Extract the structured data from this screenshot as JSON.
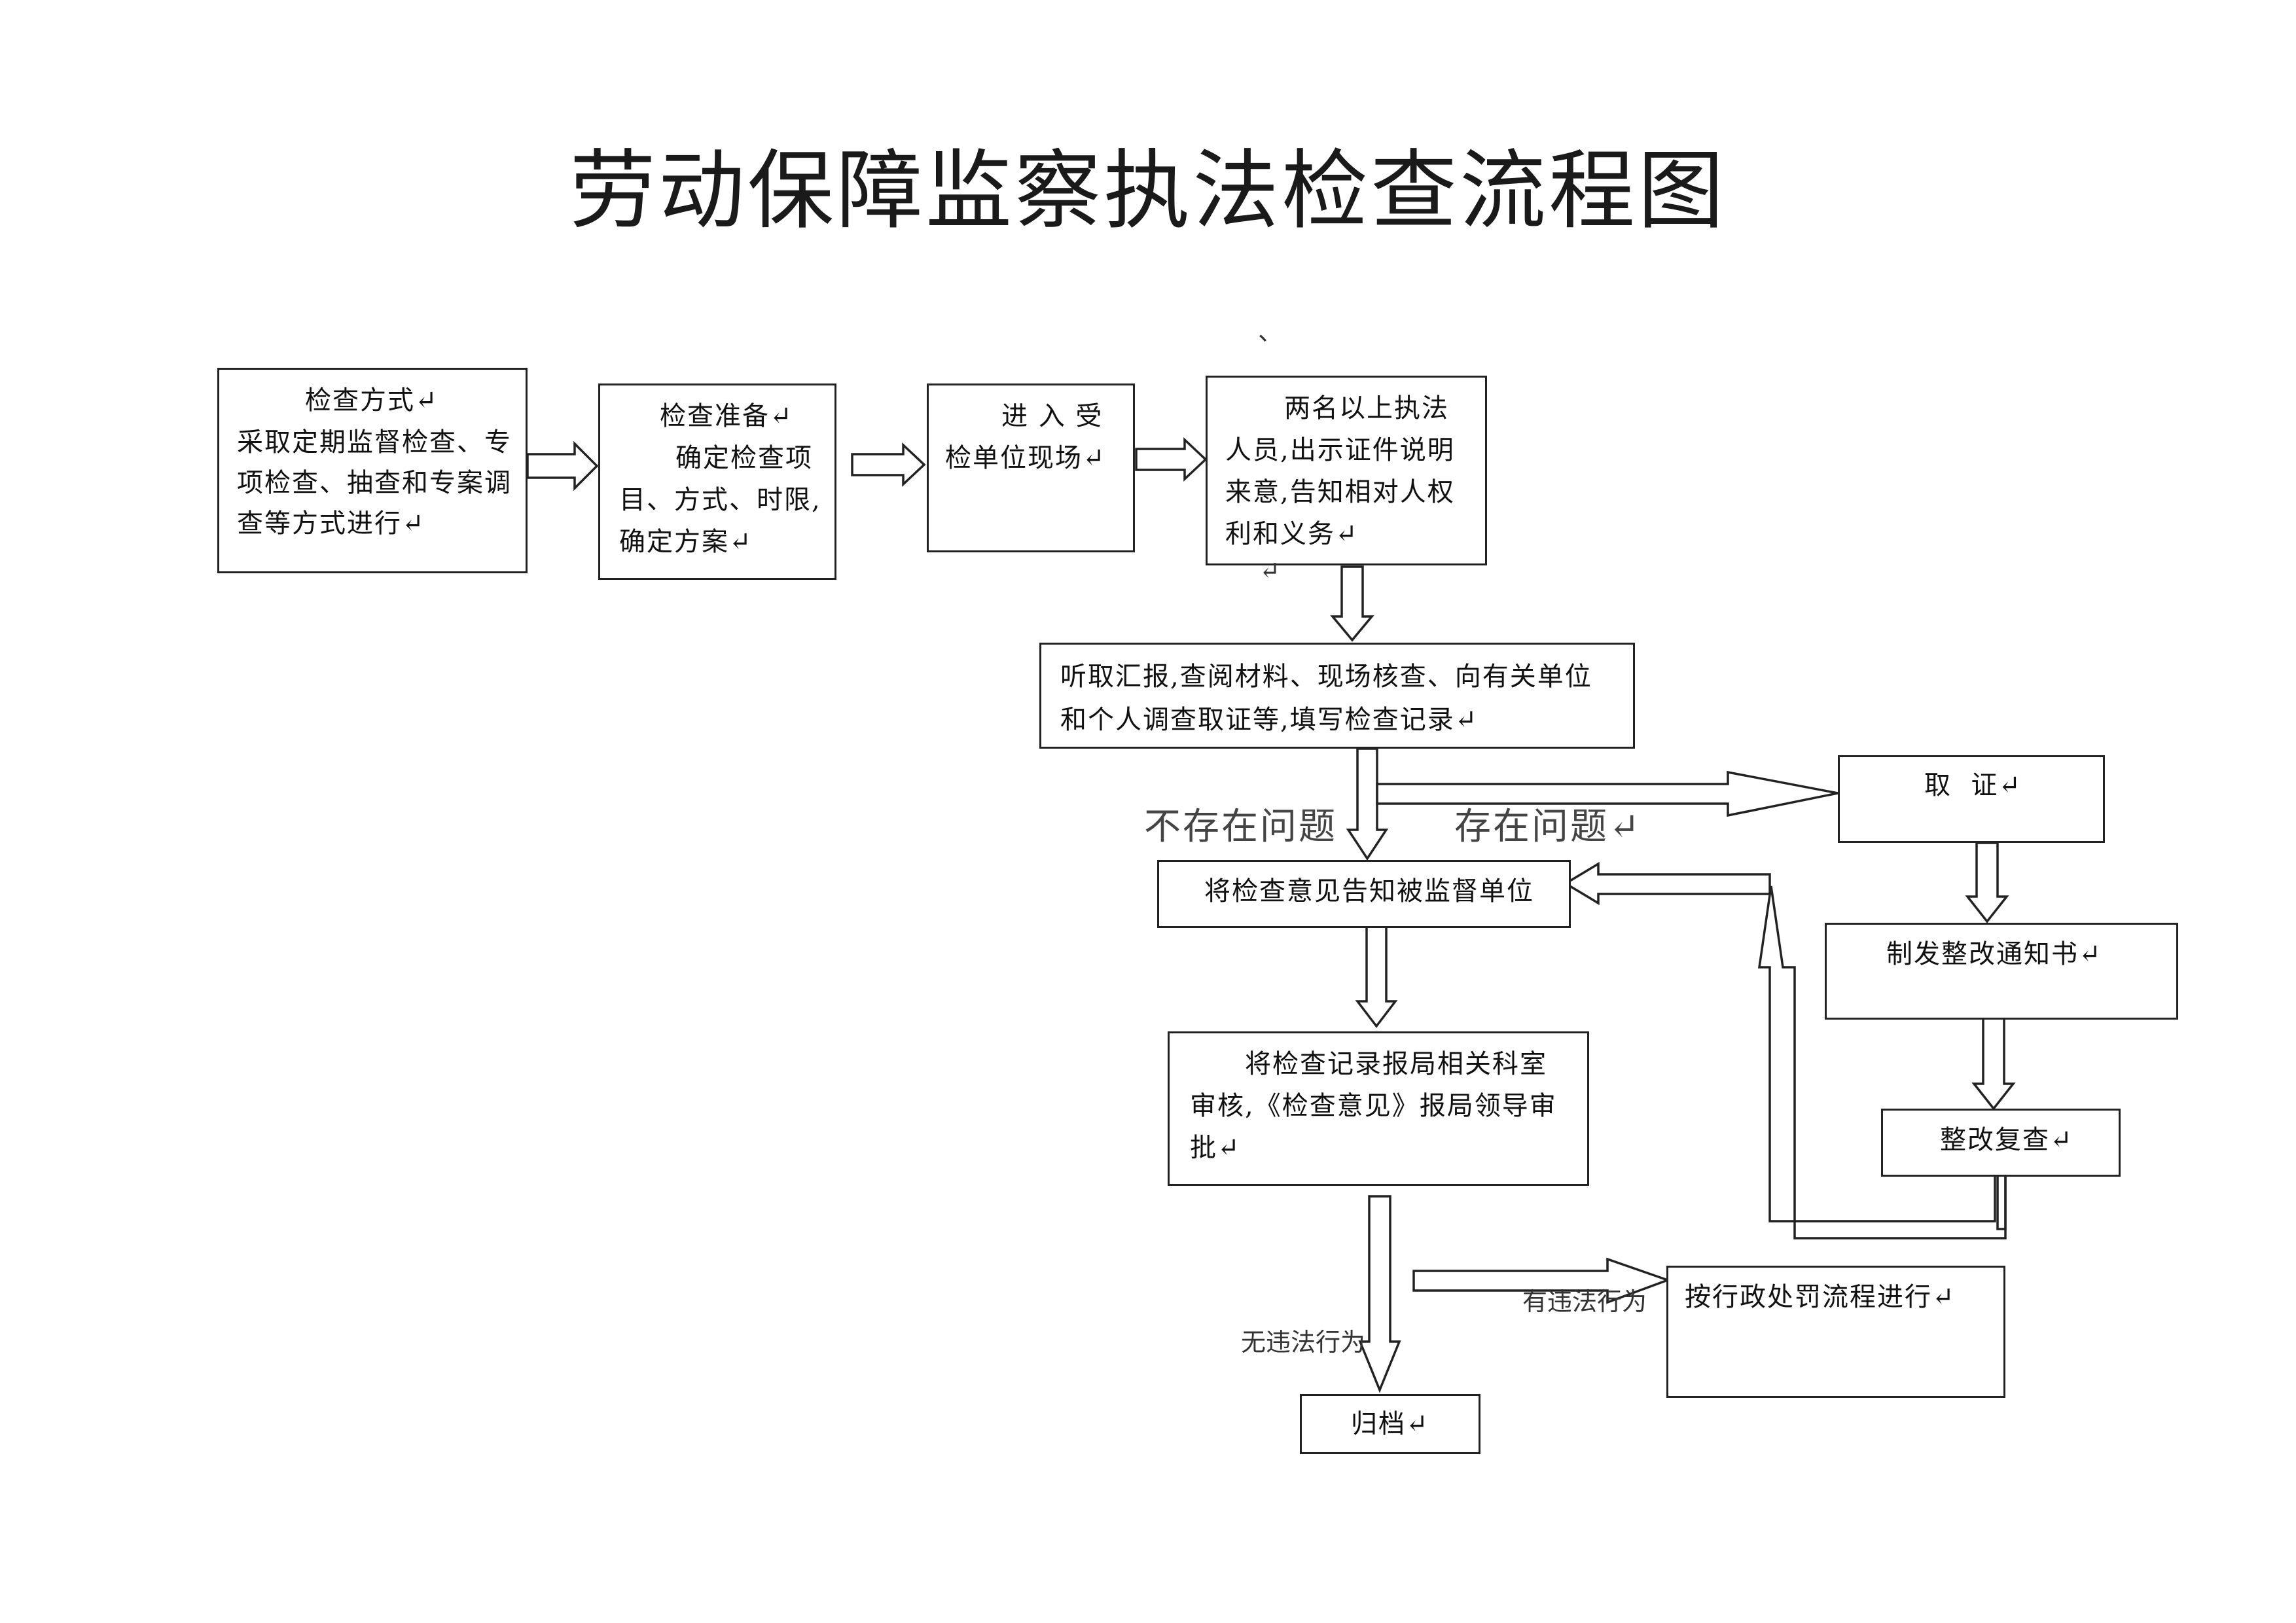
{
  "title": "劳动保障监察执法检查流程图",
  "boxes": {
    "method": {
      "lines": [
        "检查方式↵",
        "采取定期监督检查、专",
        "项检查、抽查和专案调",
        "查等方式进行↵"
      ]
    },
    "prepare": {
      "lines": [
        "检查准备↵",
        "确定检查项",
        "目、方式、时限,",
        "确定方案↵"
      ]
    },
    "enter": {
      "lines": [
        "进 入 受",
        "检单位现场↵"
      ]
    },
    "credentials": {
      "lines": [
        "两名以上执法",
        "人员,出示证件说明",
        "来意,告知相对人权",
        "利和义务↵"
      ]
    },
    "investigate": {
      "lines": [
        "听取汇报,查阅材料、现场核查、向有关单位",
        "和个人调查取证等,填写检查记录↵"
      ]
    },
    "evidence": {
      "lines": [
        "取  证↵"
      ]
    },
    "notify": {
      "lines": [
        "将检查意见告知被监督单位"
      ]
    },
    "rectify_notice": {
      "lines": [
        "制发整改通知书↵"
      ]
    },
    "report": {
      "lines": [
        "将检查记录报局相关科室",
        "审核,《检查意见》报局领导审",
        "批↵"
      ]
    },
    "recheck": {
      "lines": [
        "整改复查↵"
      ]
    },
    "penalty": {
      "lines": [
        "按行政处罚流程进行↵"
      ]
    },
    "archive": {
      "lines": [
        "归档↵"
      ]
    }
  },
  "labels": {
    "no_problem": "不存在问题",
    "has_problem": "存在问题↵",
    "illegal": "有违法行为",
    "no_illegal": "无违法行为",
    "stray_return": "↵",
    "stray_mark": "、"
  }
}
